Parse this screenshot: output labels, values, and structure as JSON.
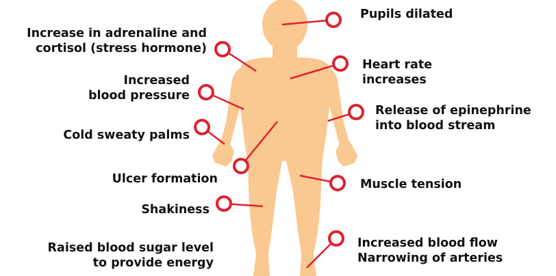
{
  "colors": {
    "body_fill": "#FAC891",
    "pointer": "#E0202C",
    "text": "#111111",
    "background": "#FFFFFF"
  },
  "labels": {
    "pupils_dilated": {
      "lines": [
        "Pupils dilated"
      ]
    },
    "adrenaline_cortisol": {
      "lines": [
        "Increase in adrenaline and",
        "cortisol (stress hormone)"
      ]
    },
    "heart_rate": {
      "lines": [
        "Heart rate",
        "increases"
      ]
    },
    "blood_pressure": {
      "lines": [
        "Increased",
        "blood pressure"
      ]
    },
    "epinephrine": {
      "lines": [
        "Release of epinephrine",
        "into blood stream"
      ]
    },
    "sweaty_palms": {
      "lines": [
        "Cold sweaty palms"
      ]
    },
    "ulcer": {
      "lines": [
        "Ulcer formation"
      ]
    },
    "muscle_tension": {
      "lines": [
        "Muscle tension"
      ]
    },
    "shakiness": {
      "lines": [
        "Shakiness"
      ]
    },
    "blood_sugar": {
      "lines": [
        "Raised blood sugar level",
        "to provide energy"
      ]
    },
    "blood_flow": {
      "lines": [
        "Increased blood flow",
        "Narrowing of arteries"
      ]
    }
  }
}
